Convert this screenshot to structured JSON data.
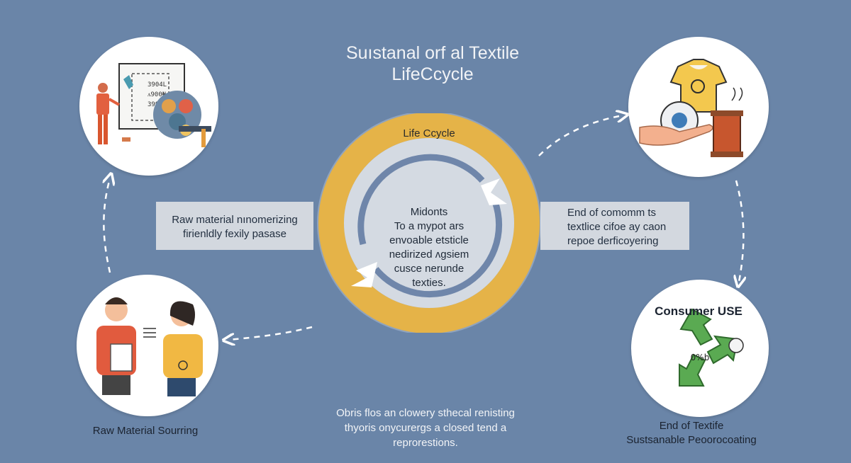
{
  "title_line1": "Suıstanal orf al Textile",
  "title_line2": "LifeCcycle",
  "center": {
    "label": "Life Ccycle",
    "lines": [
      "Midonts",
      "To a mypot ars",
      "envoable etsticle",
      "nedirized ᴧgsiem",
      "cusce nerunde",
      "texties."
    ]
  },
  "banner_left": {
    "line1": "Raw material nınomerizing",
    "line2": "firienldly fexily pasase"
  },
  "banner_right": {
    "line1": "End of comomm ts",
    "line2": "textlice cifoe ay caon",
    "line3": "repoe derficoyering"
  },
  "top_left_chart_text": [
    "3904L",
    "ᴧ900₦",
    "3993R"
  ],
  "bottom_left_caption": "Raw Material Sourring",
  "consumer_label": "Consumer USE",
  "recycle_badge": "0%b",
  "bottom_right_caption_line1": "End of Textife",
  "bottom_right_caption_line2": "Sustsanable Peoorocoating",
  "bottom_text": [
    "Obris flos an clowery sthecal renisting",
    "thyoris onycurergs a closed tend a",
    "reprorestions."
  ],
  "colors": {
    "background": "#6a85a8",
    "ring_yellow": "#e5b348",
    "ring_blue": "#6f86aa",
    "banner": "#d3d8df"
  }
}
